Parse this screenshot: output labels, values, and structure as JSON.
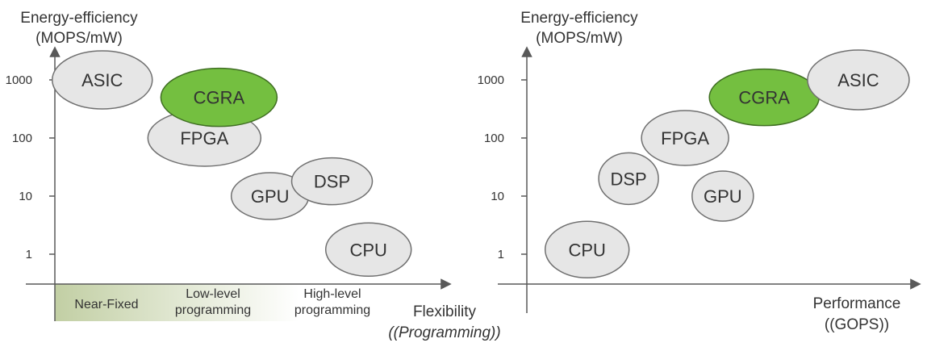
{
  "chart_data": [
    {
      "type": "scatter",
      "ylabel": [
        "Energy-efficiency",
        "(MOPS/mW)"
      ],
      "xlabel": [
        "Flexibility",
        "(Programming)"
      ],
      "yscale": "log",
      "yticks": [
        "1000",
        "100",
        "10",
        "1"
      ],
      "ylim": [
        0.3,
        3000
      ],
      "xlim": [
        0,
        10
      ],
      "grid": false,
      "x_bands": [
        "Near-Fixed",
        "Low-level programming",
        "High-level programming"
      ],
      "points": [
        {
          "label": "ASIC",
          "x": 1.3,
          "y": 1000,
          "highlight": false
        },
        {
          "label": "CGRA",
          "x": 4.5,
          "y": 500,
          "highlight": true
        },
        {
          "label": "FPGA",
          "x": 4.1,
          "y": 100,
          "highlight": false
        },
        {
          "label": "GPU",
          "x": 5.9,
          "y": 10,
          "highlight": false
        },
        {
          "label": "DSP",
          "x": 7.6,
          "y": 18,
          "highlight": false
        },
        {
          "label": "CPU",
          "x": 8.6,
          "y": 1.2,
          "highlight": false
        }
      ]
    },
    {
      "type": "scatter",
      "ylabel": [
        "Energy-efficiency",
        "(MOPS/mW)"
      ],
      "xlabel": [
        "Performance",
        "(GOPS)"
      ],
      "yscale": "log",
      "yticks": [
        "1000",
        "100",
        "10",
        "1"
      ],
      "ylim": [
        0.3,
        3000
      ],
      "xlim": [
        0,
        10
      ],
      "grid": false,
      "points": [
        {
          "label": "ASIC",
          "x": 8.8,
          "y": 1000,
          "highlight": false
        },
        {
          "label": "CGRA",
          "x": 6.3,
          "y": 500,
          "highlight": true
        },
        {
          "label": "FPGA",
          "x": 4.2,
          "y": 100,
          "highlight": false
        },
        {
          "label": "DSP",
          "x": 2.7,
          "y": 20,
          "highlight": false
        },
        {
          "label": "GPU",
          "x": 5.2,
          "y": 10,
          "highlight": false
        },
        {
          "label": "CPU",
          "x": 1.6,
          "y": 1.2,
          "highlight": false
        }
      ]
    }
  ],
  "colors": {
    "bubble_fill": "#e6e6e6",
    "bubble_stroke": "#707070",
    "highlight_fill": "#74bf40",
    "highlight_stroke": "#3f6e22",
    "axis": "#595959",
    "band_dark": "#c2cfa4",
    "band_light": "#ffffff"
  }
}
